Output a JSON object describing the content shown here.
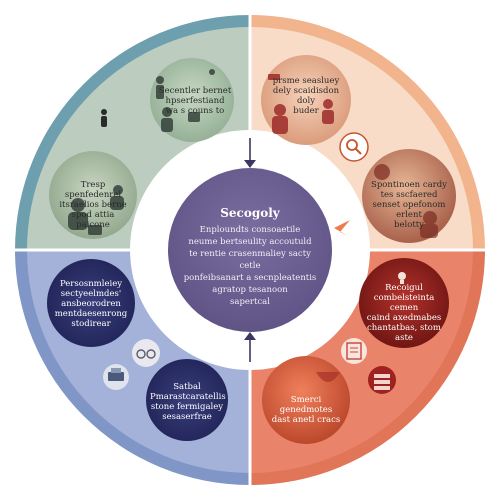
{
  "center": {
    "title": "Secogoly",
    "body": "Enploundts consoaetile\nneume bertseulity accoutuld\nte rentie crasenmaliey sacty cetle\nponfeibsanart a secnpleatentis\nagratop tesanoon\nsapertcal"
  },
  "quadrants": {
    "top_left": {
      "color": "#6e9fae",
      "circle1_text": "Secentler bernet\nhpserfestiand\nwa s couns to",
      "circle2_text": "Tresp spenfedenrel\nitsraelios berne\nspod attia\npaicone"
    },
    "top_right": {
      "color": "#f1b48c",
      "circle1_text": "prsme seasluey\ndely scaidisdon\ndoly\nbuder",
      "circle2_text": "Spontinoen cardy\ntes sscfaered\nsenset opefonom\nerlent\nbelotty"
    },
    "bottom_left": {
      "color": "#7f96c7",
      "circle1_text": "Persosnmleiey\nsectyeelmdes'\nansbeorodren\nmentdaesenrong\nstodirear",
      "circle2_text": "Satbal\nPmarastcaratellis\nstone fermigaley\nsesaserfrae"
    },
    "bottom_right": {
      "color": "#e07557",
      "circle1_text": "Recoigul\ncombelsteinta cemen\ncaind axedmabes\nchantatbas, stom\naste",
      "circle2_text": "Smerci genedmotes\ndast anetl cracs"
    }
  },
  "icons": [
    "person-icon",
    "magnifier-icon",
    "glasses-icon",
    "printer-icon",
    "bowl-icon",
    "lightbulb-icon",
    "stack-icon",
    "document-icon"
  ]
}
